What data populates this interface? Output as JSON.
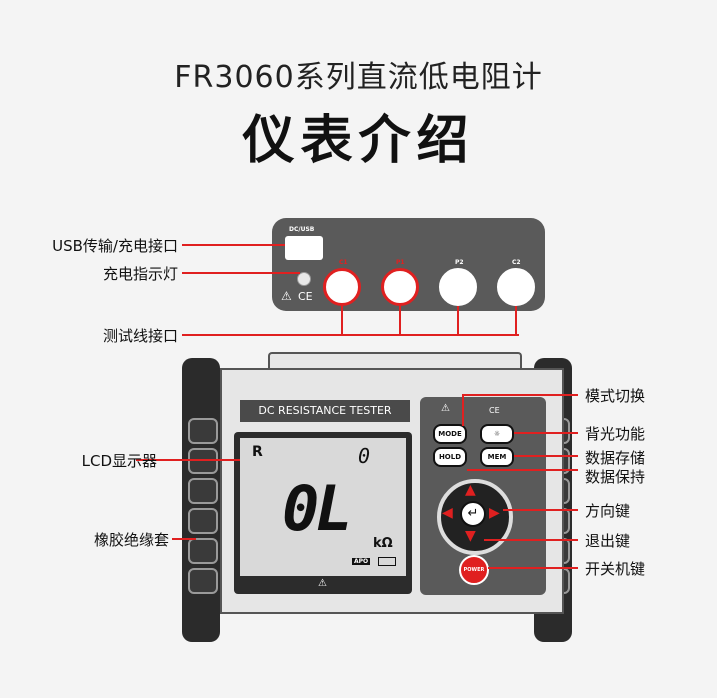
{
  "title": "FR3060系列直流低电阻计",
  "heading": "仪表介绍",
  "callouts": {
    "usb": "USB传输/充电接口",
    "led": "充电指示灯",
    "jacks": "测试线接口",
    "lcd": "LCD显示器",
    "rubber": "橡胶绝缘套",
    "mode": "模式切换",
    "backlight": "背光功能",
    "store": "数据存储",
    "hold": "数据保持",
    "arrows": "方向键",
    "exit": "退出键",
    "power": "开关机键"
  },
  "panel": {
    "usb_label": "DC/USB",
    "jacks": [
      "C1",
      "P1",
      "P2",
      "C2"
    ],
    "ce": "CE"
  },
  "device": {
    "name": "DC RESISTANCE TESTER",
    "lcd": {
      "mode": "R",
      "memory": "0",
      "reading": "0L",
      "unit": "kΩ",
      "apo": "APO"
    },
    "buttons": {
      "mode": "MODE",
      "hold": "HOLD",
      "mem": "MEM",
      "power": "POWER"
    },
    "ce": "CE"
  },
  "colors": {
    "accent": "#e02020",
    "panel": "#5a5a5a"
  }
}
